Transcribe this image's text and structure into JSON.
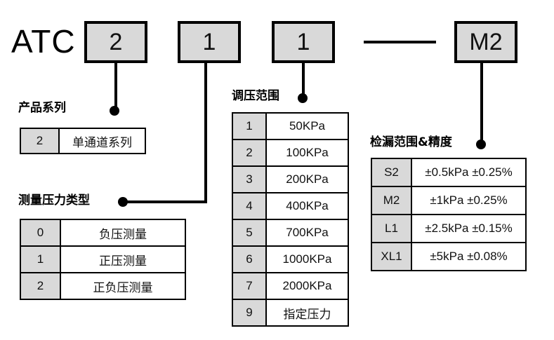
{
  "model_code": {
    "prefix_label": "ATC",
    "segments": [
      {
        "name": "series",
        "value": "2"
      },
      {
        "name": "pressure-type",
        "value": "1"
      },
      {
        "name": "regulation-range",
        "value": "1"
      },
      {
        "name": "separator",
        "value": "—"
      },
      {
        "name": "leak-range",
        "value": "M2"
      }
    ]
  },
  "sections": {
    "product_series": {
      "caption": "产品系列",
      "rows": [
        {
          "code": "2",
          "value": "单通道系列"
        }
      ]
    },
    "pressure_type": {
      "caption": "测量压力类型",
      "rows": [
        {
          "code": "0",
          "value": "负压测量"
        },
        {
          "code": "1",
          "value": "正压测量"
        },
        {
          "code": "2",
          "value": "正负压测量"
        }
      ]
    },
    "regulation_range": {
      "caption": "调压范围",
      "rows": [
        {
          "code": "1",
          "value": "50KPa"
        },
        {
          "code": "2",
          "value": "100KPa"
        },
        {
          "code": "3",
          "value": "200KPa"
        },
        {
          "code": "4",
          "value": "400KPa"
        },
        {
          "code": "5",
          "value": "700KPa"
        },
        {
          "code": "6",
          "value": "1000KPa"
        },
        {
          "code": "7",
          "value": "2000KPa"
        },
        {
          "code": "9",
          "value": "指定压力"
        }
      ]
    },
    "leak_range": {
      "caption": "检漏范围&精度",
      "rows": [
        {
          "code": "S2",
          "value": "±0.5kPa ±0.25%"
        },
        {
          "code": "M2",
          "value": "±1kPa ±0.25%"
        },
        {
          "code": "L1",
          "value": "±2.5kPa ±0.15%"
        },
        {
          "code": "XL1",
          "value": "±5kPa ±0.08%"
        }
      ]
    }
  },
  "colors": {
    "code_fill": "#d9d9d9",
    "line": "#000000",
    "background": "#ffffff"
  }
}
